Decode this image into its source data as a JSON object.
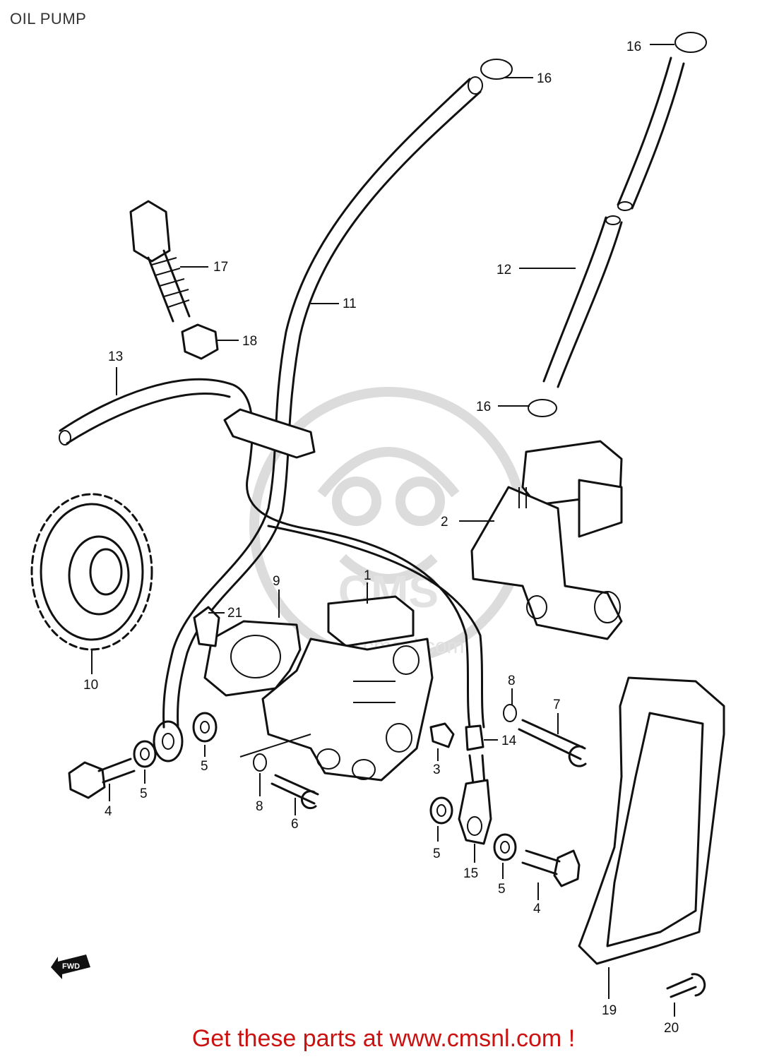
{
  "title": "OIL PUMP",
  "footer": "Get these parts at www.cmsnl.com !",
  "fwd_label": "FWD",
  "watermark_text": "www.cmsnl.com",
  "callouts": {
    "c1": "1",
    "c2": "2",
    "c3": "3",
    "c4a": "4",
    "c4b": "4",
    "c5a": "5",
    "c5b": "5",
    "c5c": "5",
    "c5d": "5",
    "c6": "6",
    "c7": "7",
    "c8a": "8",
    "c8b": "8",
    "c9": "9",
    "c10": "10",
    "c11": "11",
    "c12": "12",
    "c13": "13",
    "c14": "14",
    "c15": "15",
    "c16a": "16",
    "c16b": "16",
    "c16c": "16",
    "c17": "17",
    "c18": "18",
    "c19": "19",
    "c20": "20",
    "c21": "21"
  },
  "colors": {
    "line": "#111111",
    "footer": "#cc1111",
    "watermark": "#d9d9d9"
  }
}
